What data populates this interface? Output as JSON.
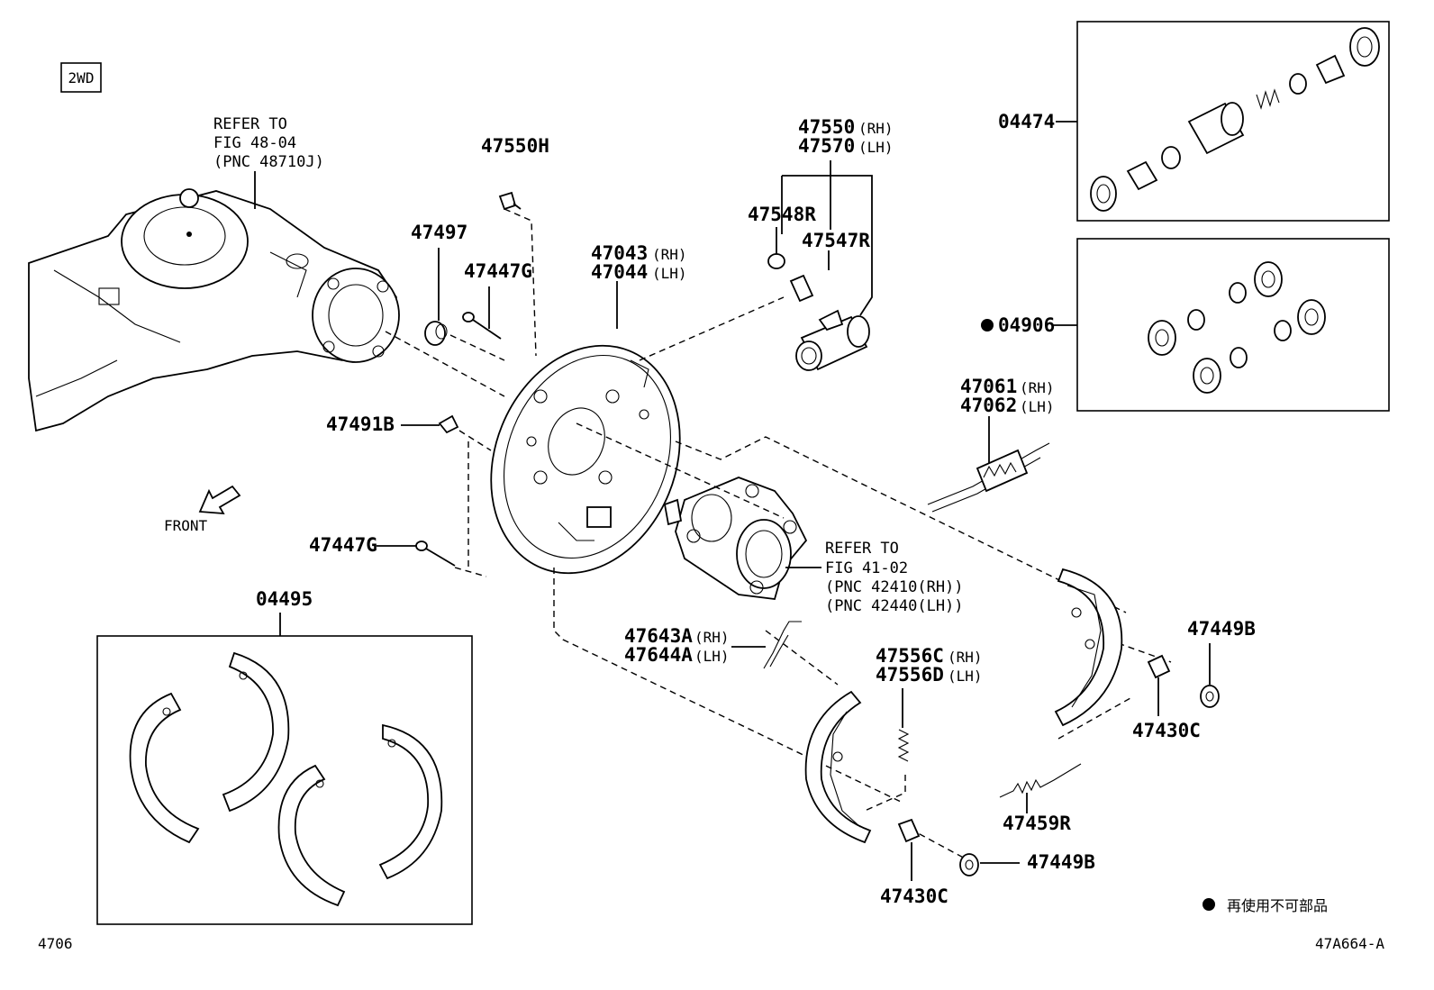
{
  "badge": "2WD",
  "front_label": "FRONT",
  "refer_axle": [
    "REFER TO",
    "FIG 48-04",
    "(PNC 48710J)"
  ],
  "refer_hub": [
    "REFER TO",
    "FIG 41-02",
    "(PNC 42410(RH))",
    "(PNC 42440(LH))"
  ],
  "parts": {
    "p47550H": "47550H",
    "p47497": "47497",
    "p47447G_top": "47447G",
    "p47491B": "47491B",
    "p47447G_bottom": "47447G",
    "p47043": "47043",
    "p47043_sfx": "(RH)",
    "p47044": "47044",
    "p47044_sfx": "(LH)",
    "p47550": "47550",
    "p47550_sfx": "(RH)",
    "p47570": "47570",
    "p47570_sfx": "(LH)",
    "p47548R": "47548R",
    "p47547R": "47547R",
    "p04474": "04474",
    "p04906": "04906",
    "p47061": "47061",
    "p47061_sfx": "(RH)",
    "p47062": "47062",
    "p47062_sfx": "(LH)",
    "p04495": "04495",
    "p47643A": "47643A",
    "p47643A_sfx": "(RH)",
    "p47644A": "47644A",
    "p47644A_sfx": "(LH)",
    "p47556C": "47556C",
    "p47556C_sfx": "(RH)",
    "p47556D": "47556D",
    "p47556D_sfx": "(LH)",
    "p47449B_top": "47449B",
    "p47430C_right": "47430C",
    "p47459R": "47459R",
    "p47449B_bottom": "47449B",
    "p47430C_bottom": "47430C"
  },
  "legend_text": "再使用不可部品",
  "page_code": "4706",
  "figure_code": "47A664-A"
}
